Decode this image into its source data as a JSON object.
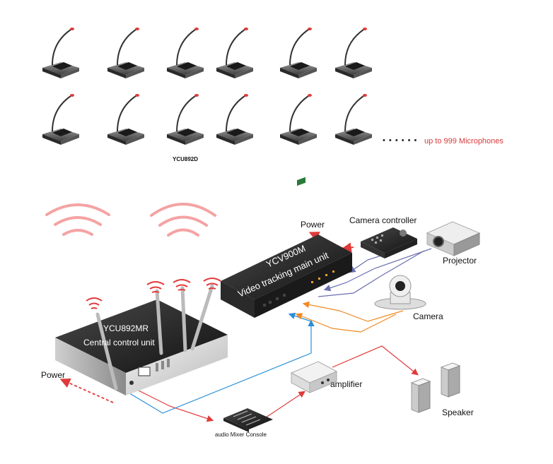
{
  "microphones": {
    "model": "YCU892D",
    "more_label": "up to 999 Microphones",
    "dots": "• • • • • •"
  },
  "devices": {
    "main_unit_name": "YCV900M",
    "main_unit_desc": "Video tracking main unit",
    "central_name": "YCU892MR",
    "central_desc": "Central control unit",
    "camera_controller": "Camera controller",
    "projector": "Projector",
    "camera": "Camera",
    "amplifier": "amplifier",
    "speaker": "Speaker",
    "mixer": "audio Mixer Console",
    "power_top": "Power",
    "power_left": "Power"
  },
  "colors": {
    "red_line": "#e03a3a",
    "blue_line": "#2a8fd8",
    "orange_line": "#f08a24",
    "purple_line": "#6a6fb0",
    "wifi": "#f4a3a3",
    "wifi_dark": "#e23b3b"
  }
}
